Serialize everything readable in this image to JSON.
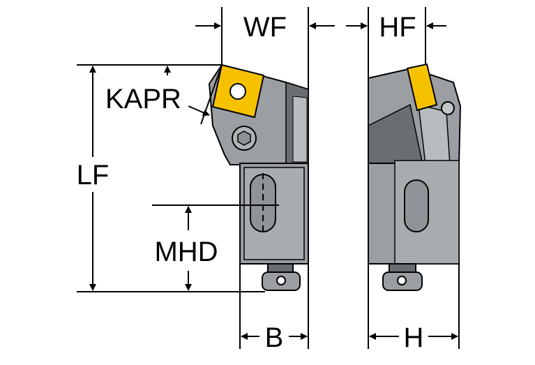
{
  "labels": {
    "wf": "WF",
    "hf": "HF",
    "kapr": "KAPR",
    "lf": "LF",
    "mhd": "MHD",
    "b": "B",
    "h": "H"
  },
  "colors": {
    "insert": "#f6c200",
    "body": "#9b9ea2",
    "body_dark": "#5f6266",
    "body_light": "#c4c7ca",
    "outline": "#000000"
  }
}
